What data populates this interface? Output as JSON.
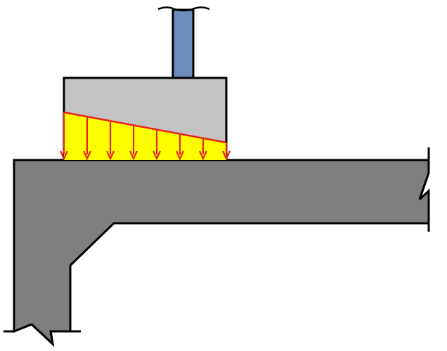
{
  "diagram": {
    "type": "structural-load-diagram",
    "components": [
      "column",
      "footing-block",
      "trapezoidal-pressure-distribution",
      "slab-wall-frame"
    ],
    "pressure_arrow_count": 8,
    "colors": {
      "column": "#6b8cbc",
      "footing_block": "#c3c3c3",
      "pressure_fill": "#ffff00",
      "arrow": "#e8231b",
      "concrete_frame": "#7f7f7f",
      "outline": "#000000",
      "background": "#ffffff"
    }
  }
}
